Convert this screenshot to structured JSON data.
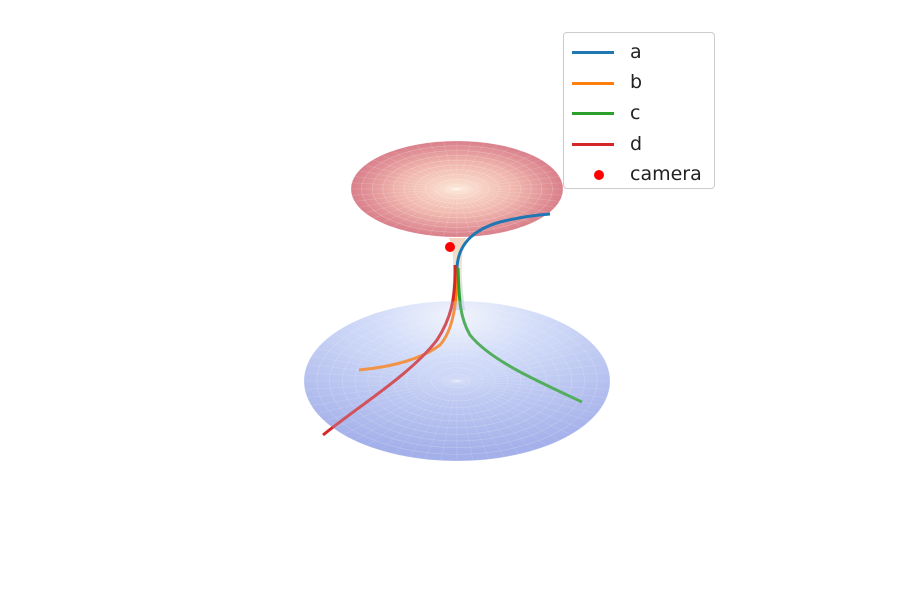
{
  "chart_data": {
    "type": "surface3d",
    "title": "",
    "surfaces": [
      {
        "part": "upper",
        "color_edge": "#d97f8b",
        "color_center": "#f5c6b0"
      },
      {
        "part": "lower",
        "color_edge": "#9aa6e6",
        "color_center": "#e3eafb"
      }
    ],
    "series": [
      {
        "name": "a",
        "color": "#1f77b4"
      },
      {
        "name": "b",
        "color": "#ff7f0e"
      },
      {
        "name": "c",
        "color": "#2ca02c"
      },
      {
        "name": "d",
        "color": "#d62728"
      }
    ],
    "points": [
      {
        "name": "camera",
        "color": "#ff0000"
      }
    ],
    "legend_position": "top-right"
  }
}
